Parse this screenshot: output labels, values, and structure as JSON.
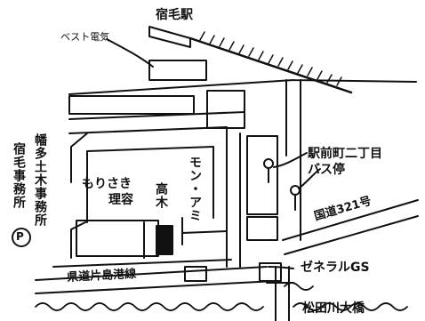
{
  "map": {
    "station": "宿毛駅",
    "shop_electric": "ベスト電気",
    "bus_stop": "駅前町二丁目\nバス停",
    "national_route": "国道321号",
    "prefectural_road": "県道片島港線",
    "gas_station": "ゼネラルGS",
    "bridge": "松田川大橋",
    "office_civil": "幡多土木事務所",
    "office_sukumo": "宿毛事務所",
    "parking_symbol": "P",
    "barber_name": "もりさき",
    "barber_type": "理容",
    "takagi": "高木",
    "mon_ami": "モン・アミ"
  }
}
